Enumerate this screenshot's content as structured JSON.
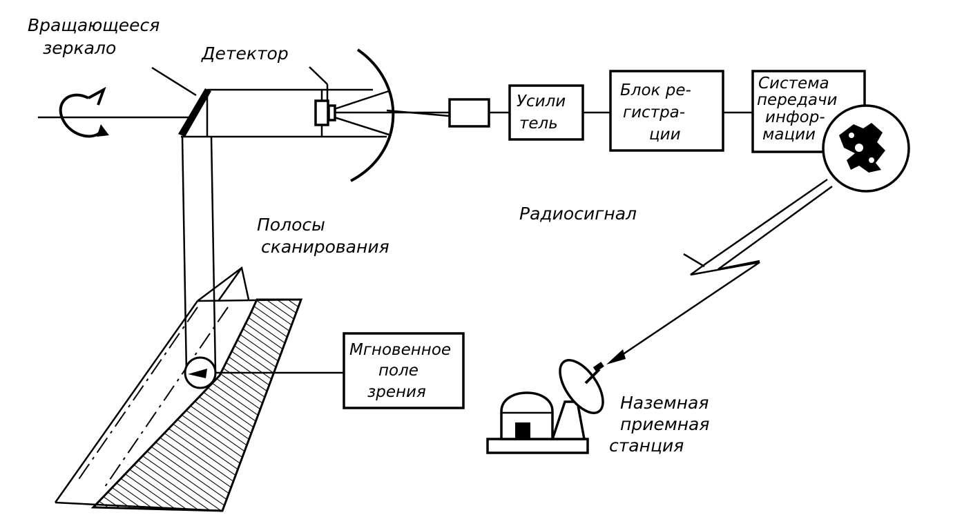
{
  "labels": {
    "rotating_mirror": [
      "Вращающееся",
      "зеркало"
    ],
    "detector": "Детектор",
    "scan_strips": [
      "Полосы",
      "сканирования"
    ],
    "radio_signal": "Радиосигнал",
    "ground_station": [
      "Наземная",
      "приемная",
      "станция"
    ]
  },
  "blocks": {
    "amplifier": [
      "Усили",
      "тель"
    ],
    "recorder": [
      "Блок ре-",
      "гистра-",
      "ции"
    ],
    "transmission": [
      "Система",
      "передачи",
      "инфор-",
      "мации"
    ],
    "ifov": [
      "Мгновенное",
      "поле",
      "зрения"
    ]
  }
}
